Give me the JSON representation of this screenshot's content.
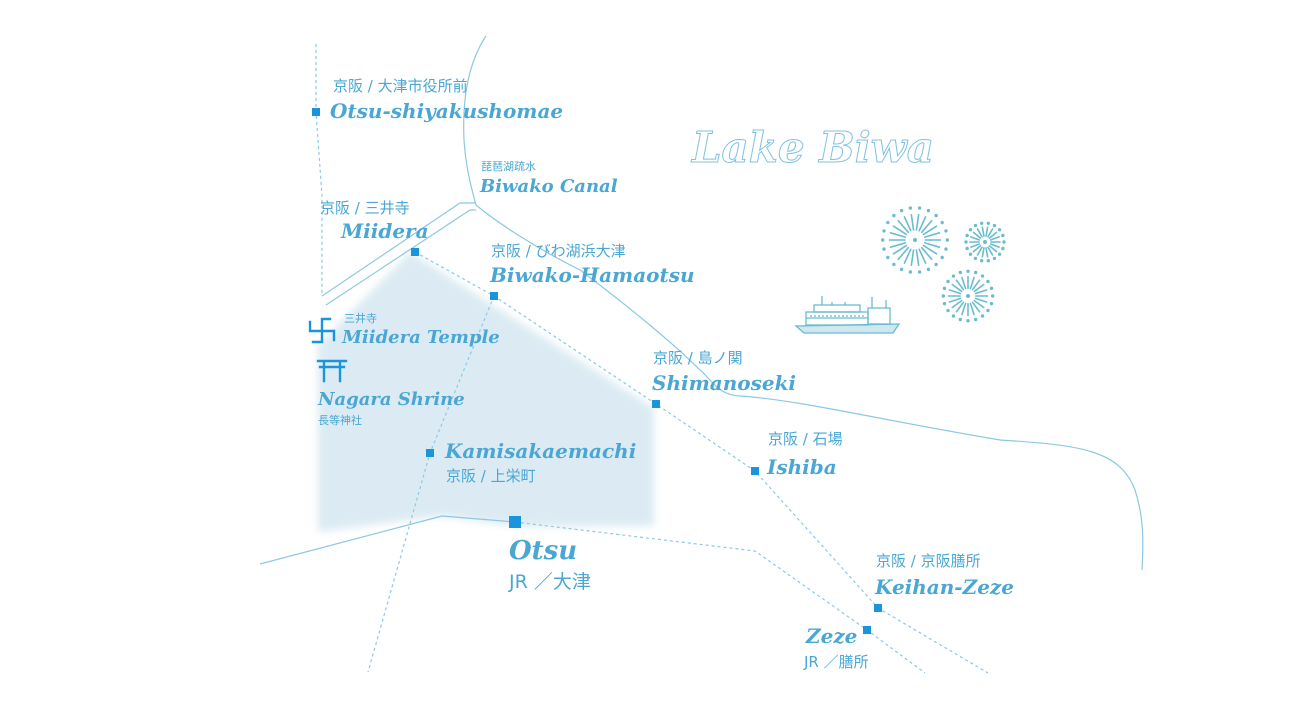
{
  "map": {
    "lake_label": "Lake Biwa",
    "colors": {
      "line": "#8cc8e4",
      "station_marker": "#1a95dc",
      "text": "#4aa7d4",
      "area_fill": "#dcebf3",
      "fireworks": "#6abccf"
    },
    "stations": {
      "otsu_shiyakushomae": {
        "jp": "京阪 / 大津市役所前",
        "en": "Otsu-shiyakushomae"
      },
      "miidera": {
        "jp": "京阪 / 三井寺",
        "en": "Miidera"
      },
      "biwako_hamaotsu": {
        "jp": "京阪 / びわ湖浜大津",
        "en": "Biwako-Hamaotsu"
      },
      "shimanoseki": {
        "jp": "京阪 / 島ノ関",
        "en": "Shimanoseki"
      },
      "ishiba": {
        "jp": "京阪 / 石場",
        "en": "Ishiba"
      },
      "kamisakaemachi": {
        "en": "Kamisakaemachi",
        "jp": "京阪 / 上栄町"
      },
      "otsu": {
        "en": "Otsu",
        "jp": "JR ／大津"
      },
      "keihan_zeze": {
        "jp": "京阪 / 京阪膳所",
        "en": "Keihan-Zeze"
      },
      "zeze": {
        "en": "Zeze",
        "jp": "JR ／膳所"
      }
    },
    "landmarks": {
      "canal": {
        "jp": "琵琶湖疏水",
        "en": "Biwako Canal"
      },
      "temple": {
        "jp": "三井寺",
        "en": "Miidera Temple",
        "icon": "temple-manji-icon"
      },
      "shrine": {
        "en": "Nagara Shrine",
        "jp": "長等神社",
        "icon": "torii-shrine-icon"
      }
    },
    "decorations": {
      "boat_icon": "paddle-steamer-boat-icon",
      "fireworks_icon": "fireworks-icon"
    }
  }
}
